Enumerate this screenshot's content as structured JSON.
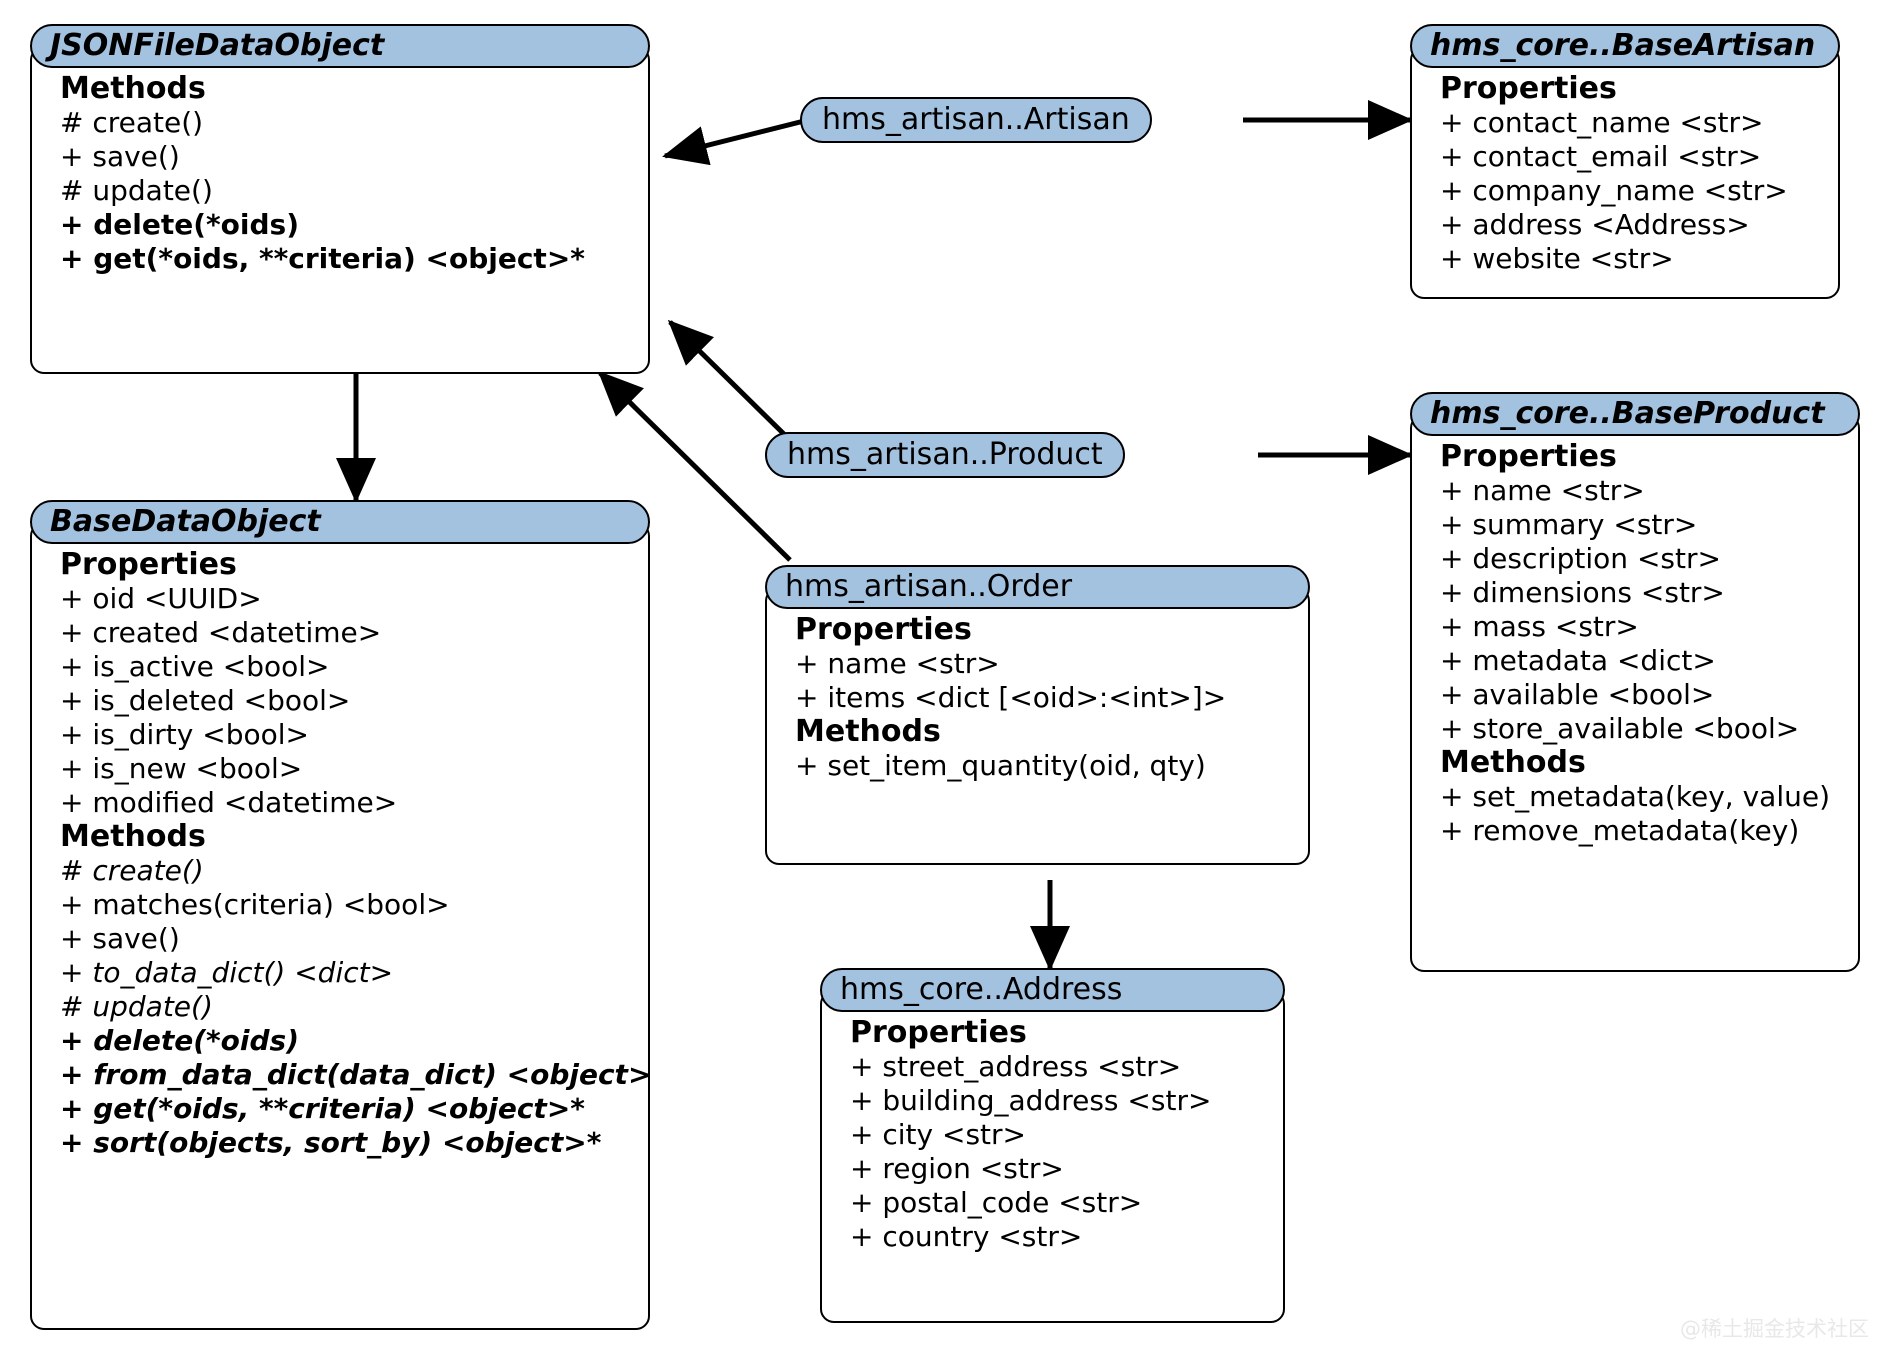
{
  "diagram": {
    "type": "uml-class-diagram",
    "background_color": "#ffffff",
    "header_fill": "#a3c2e0",
    "stroke_color": "#000000",
    "watermark": "@稀土掘金技术社区",
    "classes": [
      {
        "id": "jsonfiledataobject",
        "title": "JSONFileDataObject",
        "title_style": "bold-italic",
        "sections": [
          {
            "label": "Methods",
            "members": [
              {
                "text": "# create()",
                "style": "normal"
              },
              {
                "text": "+ save()",
                "style": "normal"
              },
              {
                "text": "# update()",
                "style": "normal"
              },
              {
                "text": "+ delete(*oids)",
                "style": "bold"
              },
              {
                "text": "+ get(*oids, **criteria) <object>*",
                "style": "bold"
              }
            ]
          }
        ]
      },
      {
        "id": "basedataobject",
        "title": "BaseDataObject",
        "title_style": "bold-italic",
        "sections": [
          {
            "label": "Properties",
            "members": [
              {
                "text": "+ oid <UUID>",
                "style": "normal"
              },
              {
                "text": "+ created <datetime>",
                "style": "normal"
              },
              {
                "text": "+ is_active <bool>",
                "style": "normal"
              },
              {
                "text": "+ is_deleted <bool>",
                "style": "normal"
              },
              {
                "text": "+ is_dirty <bool>",
                "style": "normal"
              },
              {
                "text": "+ is_new <bool>",
                "style": "normal"
              },
              {
                "text": "+ modified <datetime>",
                "style": "normal"
              }
            ]
          },
          {
            "label": "Methods",
            "members": [
              {
                "text": "# create()",
                "style": "italic"
              },
              {
                "text": "+ matches(criteria) <bool>",
                "style": "normal"
              },
              {
                "text": "+ save()",
                "style": "normal"
              },
              {
                "text": "+ to_data_dict() <dict>",
                "style": "italic"
              },
              {
                "text": "# update()",
                "style": "italic"
              },
              {
                "text": "+ delete(*oids)",
                "style": "bold-italic"
              },
              {
                "text": "+ from_data_dict(data_dict) <object>",
                "style": "bold-italic"
              },
              {
                "text": "+ get(*oids, **criteria) <object>*",
                "style": "bold-italic"
              },
              {
                "text": "+ sort(objects, sort_by) <object>*",
                "style": "bold-italic"
              }
            ]
          }
        ]
      },
      {
        "id": "order",
        "title": "hms_artisan..Order",
        "title_style": "normal",
        "sections": [
          {
            "label": "Properties",
            "members": [
              {
                "text": "+ name <str>",
                "style": "normal"
              },
              {
                "text": "+ items <dict [<oid>:<int>]>",
                "style": "normal"
              }
            ]
          },
          {
            "label": "Methods",
            "members": [
              {
                "text": "+ set_item_quantity(oid, qty)",
                "style": "normal"
              }
            ]
          }
        ]
      },
      {
        "id": "address",
        "title": "hms_core..Address",
        "title_style": "normal",
        "sections": [
          {
            "label": "Properties",
            "members": [
              {
                "text": "+ street_address <str>",
                "style": "normal"
              },
              {
                "text": "+ building_address <str>",
                "style": "normal"
              },
              {
                "text": "+ city <str>",
                "style": "normal"
              },
              {
                "text": "+ region <str>",
                "style": "normal"
              },
              {
                "text": "+ postal_code <str>",
                "style": "normal"
              },
              {
                "text": "+ country <str>",
                "style": "normal"
              }
            ]
          }
        ]
      },
      {
        "id": "baseartisan",
        "title": "hms_core..BaseArtisan",
        "title_style": "bold-italic",
        "sections": [
          {
            "label": "Properties",
            "members": [
              {
                "text": "+ contact_name <str>",
                "style": "normal"
              },
              {
                "text": "+ contact_email <str>",
                "style": "normal"
              },
              {
                "text": "+ company_name <str>",
                "style": "normal"
              },
              {
                "text": "+ address <Address>",
                "style": "normal"
              },
              {
                "text": "+ website <str>",
                "style": "normal"
              }
            ]
          }
        ]
      },
      {
        "id": "baseproduct",
        "title": "hms_core..BaseProduct",
        "title_style": "bold-italic",
        "sections": [
          {
            "label": "Properties",
            "members": [
              {
                "text": "+ name <str>",
                "style": "normal"
              },
              {
                "text": "+ summary <str>",
                "style": "normal"
              },
              {
                "text": "+ description <str>",
                "style": "normal"
              },
              {
                "text": "+ dimensions <str>",
                "style": "normal"
              },
              {
                "text": "+ mass <str>",
                "style": "normal"
              },
              {
                "text": "+ metadata <dict>",
                "style": "normal"
              },
              {
                "text": "+ available <bool>",
                "style": "normal"
              },
              {
                "text": "+ store_available <bool>",
                "style": "normal"
              }
            ]
          },
          {
            "label": "Methods",
            "members": [
              {
                "text": "+ set_metadata(key, value)",
                "style": "normal"
              },
              {
                "text": "+ remove_metadata(key)",
                "style": "normal"
              }
            ]
          }
        ]
      }
    ],
    "pills": [
      {
        "id": "artisan-pill",
        "label": "hms_artisan..Artisan"
      },
      {
        "id": "product-pill",
        "label": "hms_artisan..Product"
      }
    ],
    "edges": [
      {
        "from": "artisan-pill",
        "to": "jsonfiledataobject",
        "kind": "inheritance-arrow"
      },
      {
        "from": "artisan-pill",
        "to": "baseartisan",
        "kind": "inheritance-arrow"
      },
      {
        "from": "product-pill",
        "to": "jsonfiledataobject",
        "kind": "inheritance-arrow"
      },
      {
        "from": "product-pill",
        "to": "baseproduct",
        "kind": "inheritance-arrow"
      },
      {
        "from": "order",
        "to": "jsonfiledataobject",
        "kind": "inheritance-arrow"
      },
      {
        "from": "jsonfiledataobject",
        "to": "basedataobject",
        "kind": "inheritance-arrow"
      },
      {
        "from": "order",
        "to": "address",
        "kind": "association-arrow"
      }
    ]
  }
}
